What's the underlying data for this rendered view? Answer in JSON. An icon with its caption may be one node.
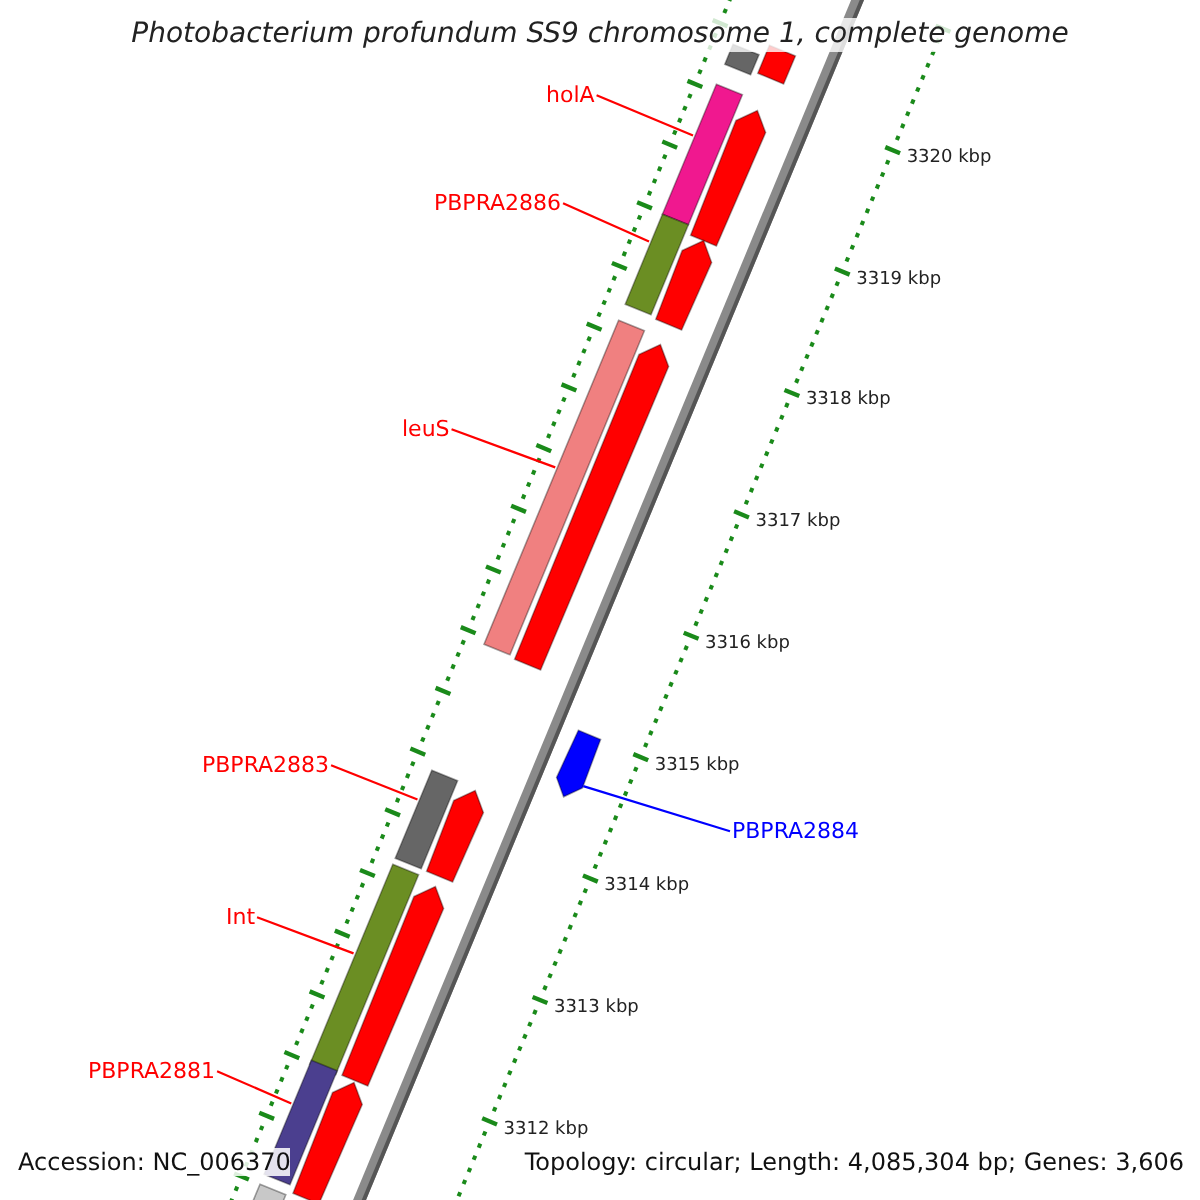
{
  "diagram": {
    "title": "Photobacterium profundum SS9 chromosome 1, complete genome",
    "nodes": [
      {
        "text": [
          "holA"
        ]
      },
      {
        "text": [],
        "shape": "bar"
      },
      {
        "text": [
          "PBPRA2886"
        ]
      },
      {
        "text": [],
        "shape": "bar"
      },
      {
        "text": [
          "leuS"
        ]
      },
      {
        "text": [],
        "shape": "bar"
      },
      {
        "text": [
          "PBPRA2883"
        ]
      },
      {
        "text": [],
        "shape": "bar"
      },
      {
        "text": [
          "PBPRA2884"
        ]
      },
      {
        "text": [],
        "shape": "bar"
      },
      {
        "text": [
          "Int"
        ]
      },
      {
        "text": [],
        "shape": "bar"
      },
      {
        "text": [
          "PBPRA2881"
        ]
      },
      {
        "text": [],
        "shape": "bar"
      },
      {
        "text": [],
        "shape": "bar"
      },
      {
        "text": [],
        "shape": "bar"
      },
      {
        "text": [],
        "shape": "bar"
      },
      {
        "text": [],
        "shape": "bar"
      },
      {
        "text": [],
        "shape": "bar"
      },
      {
        "text": [],
        "shape": "bar"
      },
      {
        "text": [],
        "shape": "bar"
      },
      {
        "text": [],
        "shape": "bar"
      },
      {
        "text": [],
        "shape": "bar"
      }
    ],
    "edges": [
      {
        "from": 0,
        "to": 1,
        "arrow": "none"
      },
      {
        "from": 2,
        "to": 3,
        "arrow": "none"
      },
      {
        "from": 4,
        "to": 5,
        "arrow": "none"
      },
      {
        "from": 6,
        "to": 7,
        "arrow": "none"
      },
      {
        "from": 8,
        "to": 9,
        "arrow": "none",
        "color": "#0000ff"
      },
      {
        "from": 10,
        "to": 11,
        "arrow": "none"
      },
      {
        "from": 12,
        "to": 13,
        "arrow": "none"
      }
    ],
    "labels": [
      "3320 kbp",
      "3319 kbp",
      "3318 kbp",
      "3317 kbp",
      "3316 kbp",
      "3315 kbp",
      "3314 kbp",
      "3313 kbp",
      "3312 kbp",
      "Accession: NC_006370",
      "Topology: circular; Length: 4,085,304 bp; Genes: 3,606"
    ]
  }
}
